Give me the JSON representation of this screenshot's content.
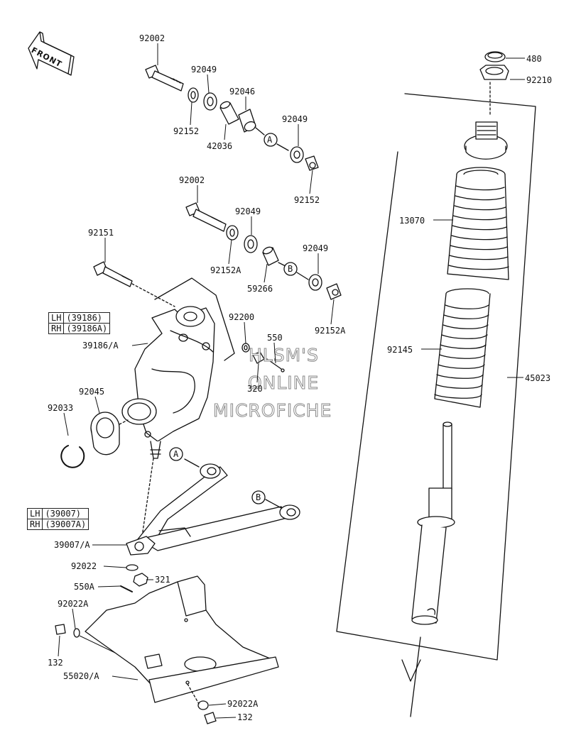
{
  "front_label": "FRONT",
  "watermark": [
    "HLSM'S",
    "ONLINE",
    "MICROFICHE"
  ],
  "callouts": [
    "A",
    "B",
    "A",
    "B"
  ],
  "parts": {
    "p92002_top": "92002",
    "p92049_top": "92049",
    "p92046": "92046",
    "p92049_mid": "92049",
    "p92152_l": "92152",
    "p42036": "42036",
    "p92152_r": "92152",
    "p92002_2": "92002",
    "p92049_2": "92049",
    "p92049_3": "92049",
    "p92152A_l": "92152A",
    "p59266": "59266",
    "p92152A_r": "92152A",
    "p92151": "92151",
    "p92200": "92200",
    "p550": "550",
    "p320": "320",
    "p39186A": "39186/A",
    "p92045": "92045",
    "p92033": "92033",
    "p39007A": "39007/A",
    "p92022": "92022",
    "p321": "321",
    "p550A": "550A",
    "p92022A_l": "92022A",
    "p132_l": "132",
    "p55020A": "55020/A",
    "p92022A_r": "92022A",
    "p132_r": "132",
    "p480": "480",
    "p92210": "92210",
    "p13070": "13070",
    "p92145": "92145",
    "p45023": "45023"
  },
  "knuckle_table": {
    "rows": [
      {
        "side": "LH",
        "part": "(39186)"
      },
      {
        "side": "RH",
        "part": "(39186A)"
      }
    ]
  },
  "arm_table": {
    "rows": [
      {
        "side": "LH",
        "part": "(39007)"
      },
      {
        "side": "RH",
        "part": "(39007A)"
      }
    ]
  }
}
